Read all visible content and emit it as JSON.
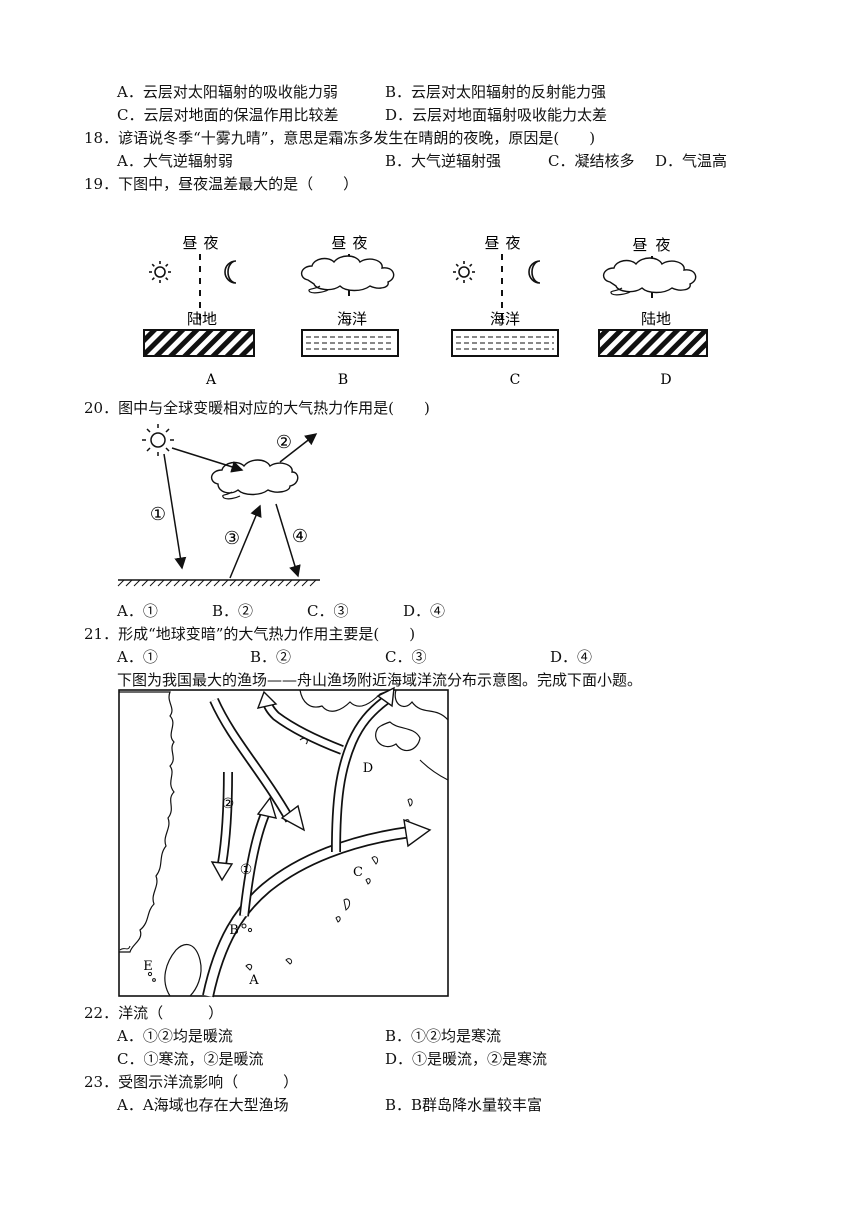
{
  "q17": {
    "opt_a": "A．云层对太阳辐射的吸收能力弱",
    "opt_b": "B．云层对太阳辐射的反射能力强",
    "opt_c": "C．云层对地面的保温作用比较差",
    "opt_d": "D．云层对地面辐射吸收能力太差"
  },
  "q18": {
    "stem": "18．谚语说冬季“十雾九晴”，意思是霜冻多发生在晴朗的夜晚，原因是(　　)",
    "opt_a": "A．大气逆辐射弱",
    "opt_b": "B．大气逆辐射强",
    "opt_c": "C．凝结核多",
    "opt_d": "D．气温高"
  },
  "q19": {
    "stem": "19．下图中，昼夜温差最大的是（　　）",
    "figure": {
      "day_label": "昼",
      "night_label": "夜",
      "panels": [
        {
          "surface": "陆地",
          "letter": "A"
        },
        {
          "surface": "海洋",
          "letter": "B"
        },
        {
          "surface": "海洋",
          "letter": "C"
        },
        {
          "surface": "陆地",
          "letter": "D"
        }
      ]
    }
  },
  "q20": {
    "stem": "20．图中与全球变暖相对应的大气热力作用是(　　)",
    "figure": {
      "labels": [
        "①",
        "②",
        "③",
        "④"
      ]
    },
    "opt_a": "A．①",
    "opt_b": "B．②",
    "opt_c": "C．③",
    "opt_d": "D．④"
  },
  "q21": {
    "stem": "21．形成“地球变暗”的大气热力作用主要是(　　)",
    "opt_a": "A．①",
    "opt_b": "B．②",
    "opt_c": "C．③",
    "opt_d": "D．④"
  },
  "intro": "下图为我国最大的渔场——舟山渔场附近海域洋流分布示意图。完成下面小题。",
  "map": {
    "labels": [
      "②",
      "①",
      "D",
      "C",
      "B",
      "E",
      "A"
    ]
  },
  "q22": {
    "stem": "22．洋流（　　　）",
    "opt_a": "A．①②均是暖流",
    "opt_b": "B．①②均是寒流",
    "opt_c": "C．①寒流，②是暖流",
    "opt_d": "D．①是暖流，②是寒流"
  },
  "q23": {
    "stem": "23．受图示洋流影响（　　　）",
    "opt_a": "A．A海域也存在大型渔场",
    "opt_b": "B．B群岛降水量较丰富"
  }
}
